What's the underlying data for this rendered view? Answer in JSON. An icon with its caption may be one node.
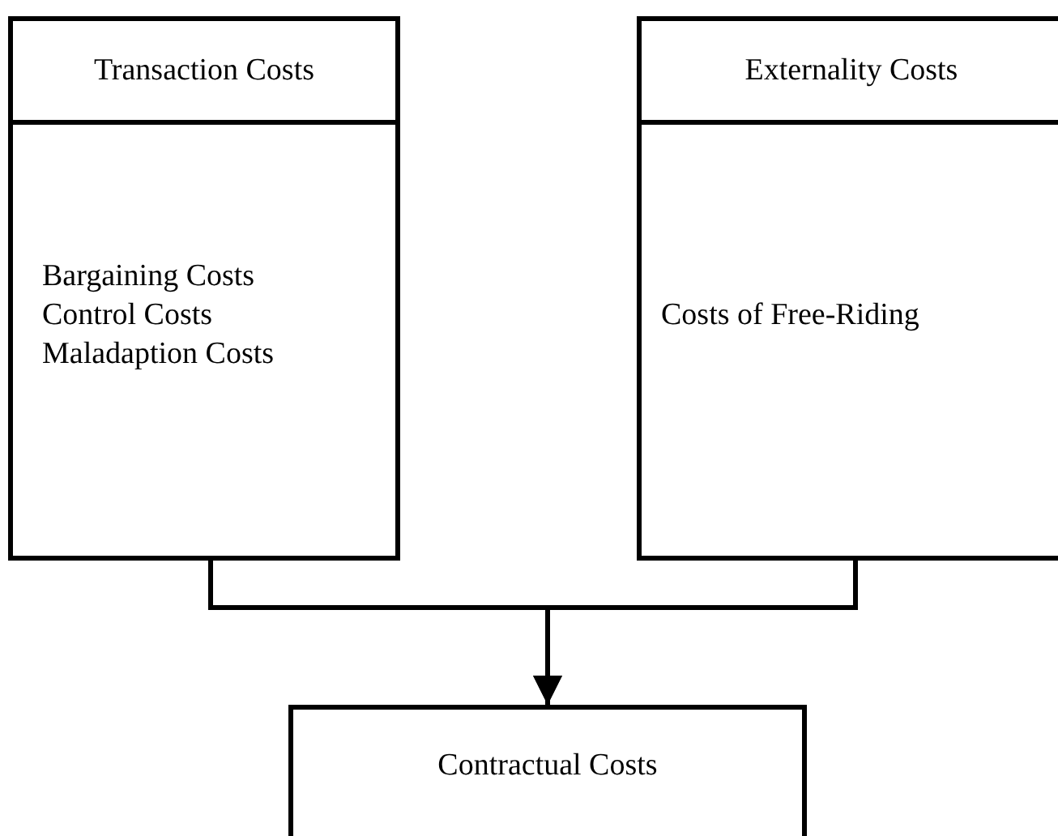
{
  "diagram": {
    "nodes": [
      {
        "text": [
          "Transaction Costs",
          "Bargaining Costs",
          "Control Costs",
          "Maladaption Costs"
        ]
      },
      {
        "text": [
          "Externality Costs",
          "Costs of Free-Riding"
        ]
      },
      {
        "text": [
          "Contractual Costs"
        ]
      }
    ],
    "edges": [
      {
        "from": 0,
        "to": 2,
        "arrow": "to"
      },
      {
        "from": 1,
        "to": 2,
        "arrow": "to"
      }
    ]
  }
}
